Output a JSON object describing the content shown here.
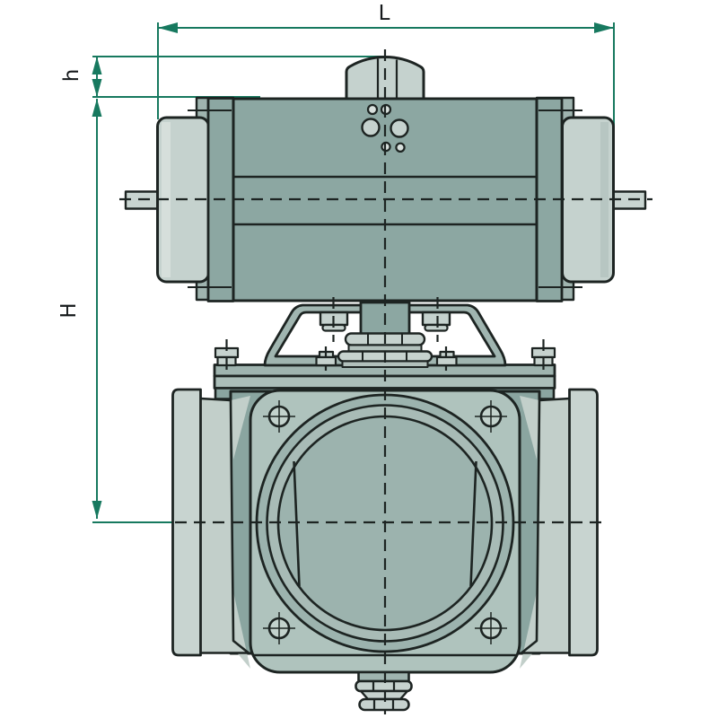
{
  "drawing": {
    "kind": "pneumatic actuator on ball valve - dimensional outline drawing",
    "dimension_labels": {
      "overall_length": "L",
      "cap_height": "h",
      "overall_height": "H"
    },
    "colors": {
      "line": "#1d2422",
      "dim": "#17795f",
      "body": "#8ca7a2",
      "cap": "#c5d2ce",
      "capHi": "#d6dfdb",
      "capSh": "#b7c6c2",
      "bracket": "#a0b5b0",
      "band1": "#9fb4af",
      "band2": "#abbeb9",
      "dark": "#8aa5a0",
      "neck": "#c2cfca",
      "flange": "#c8d4d0",
      "face": "#afc3bd",
      "ring1": "#9cb3ae",
      "ring2": "#a8bbb6",
      "hole": "#c3d2cc",
      "light": "#c6d2ce",
      "mid": "#b2c1bc",
      "portS": "#d8e0dd"
    }
  }
}
